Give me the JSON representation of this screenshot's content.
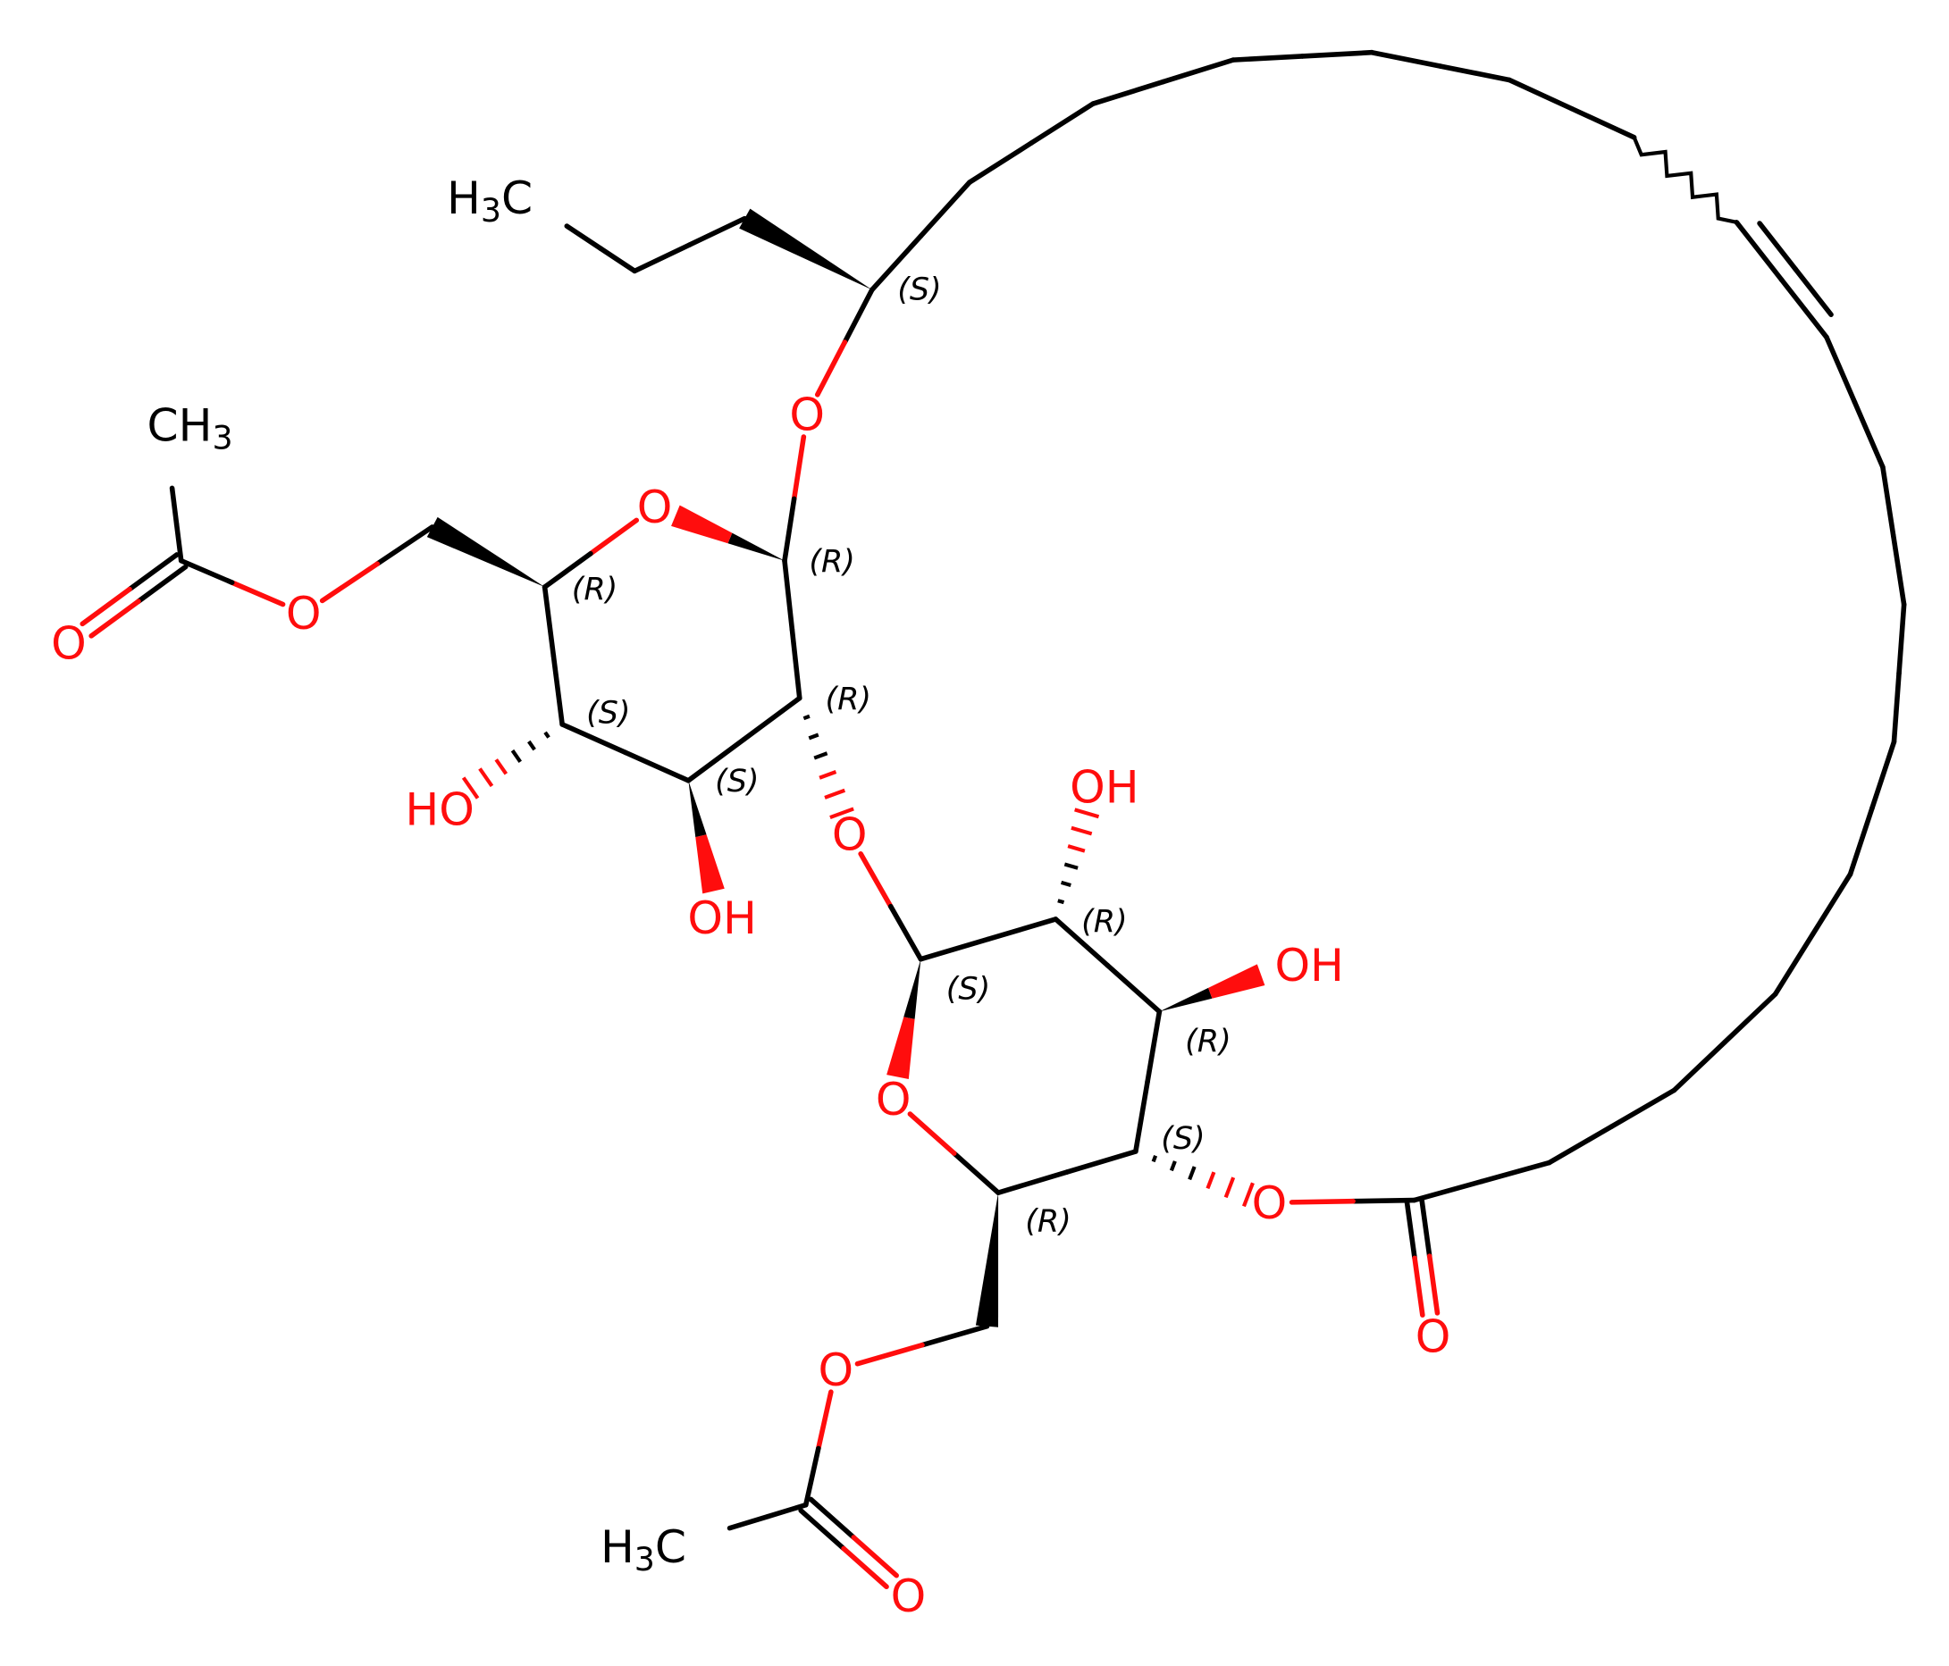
{
  "molecule": {
    "atom_labels": {
      "ch3_top": {
        "main": "H",
        "sub": "3",
        "tail": "C"
      },
      "ch3_acetyl1": {
        "main": "CH",
        "sub": "3"
      },
      "ch3_acetyl2": {
        "main": "H",
        "sub": "3",
        "tail": "C"
      },
      "o": "O",
      "oh": "OH",
      "ho": "HO"
    },
    "stereo": [
      "(S)",
      "(R)",
      "(R)",
      "(S)",
      "(R)",
      "(S)",
      "(R)",
      "(S)",
      "(R)",
      "(S)",
      "(R)"
    ],
    "colors": {
      "carbon": "#000000",
      "oxygen": "#ff0d0d"
    }
  }
}
